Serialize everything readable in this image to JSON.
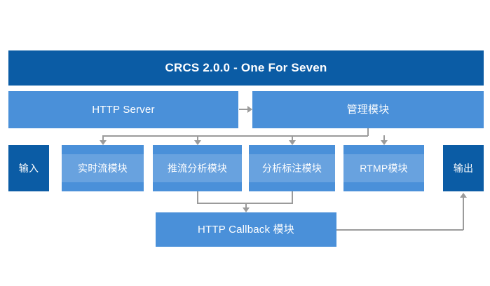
{
  "diagram": {
    "title": "CRCS 2.0.0 - One For Seven",
    "colors": {
      "dark_blue": "#0B5CA5",
      "medium_blue": "#4A90D9",
      "connector_gray": "#9b9b9b",
      "background": "#FFFFFF",
      "text": "#FFFFFF"
    },
    "bands": [
      {
        "label": "HTTP Server"
      },
      {
        "label": "管理模块"
      }
    ],
    "endpoints": {
      "input": "输入",
      "output": "输出"
    },
    "modules": [
      {
        "label": "实时流模块"
      },
      {
        "label": "推流分析模块"
      },
      {
        "label": "分析标注模块"
      },
      {
        "label": "RTMP模块"
      }
    ],
    "callback": {
      "label": "HTTP Callback 模块"
    }
  }
}
